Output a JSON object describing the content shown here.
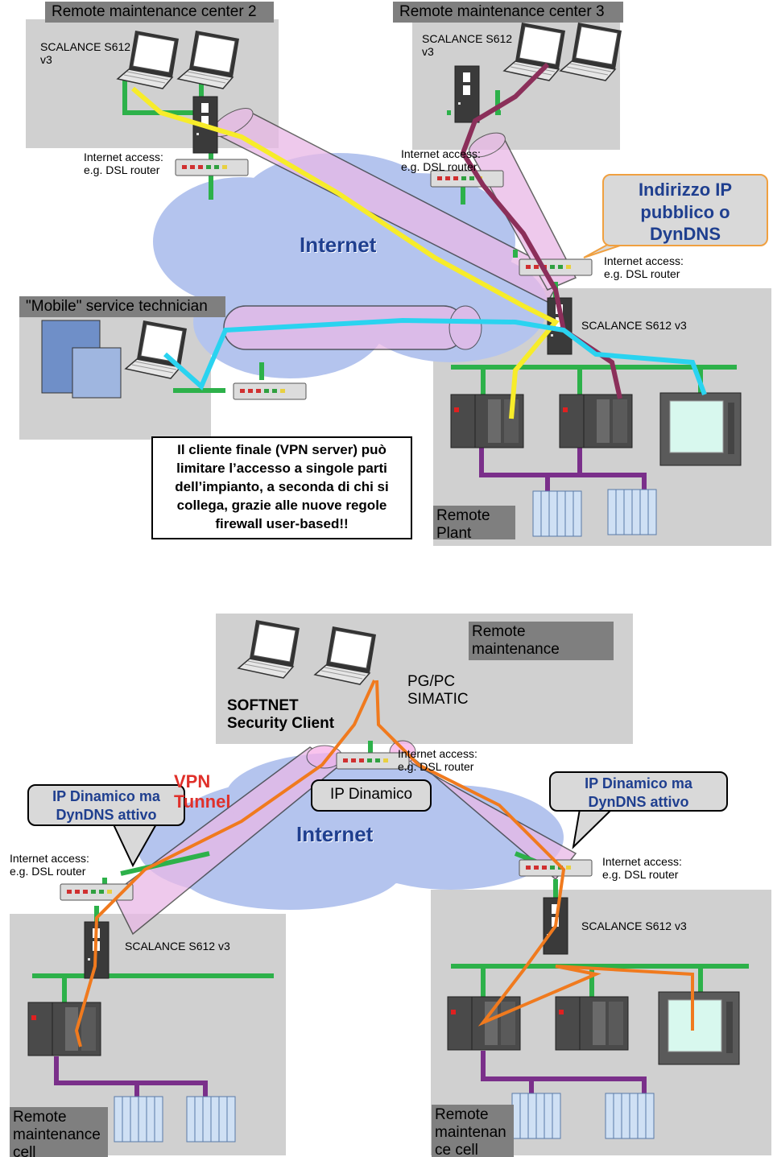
{
  "top": {
    "center2_title": "Remote maintenance center  2",
    "center3_title": "Remote maintenance center  3",
    "center2_device": "SCALANCE S612\nv3",
    "center3_device": "SCALANCE S612\nv3",
    "center2_access": "Internet access:\ne.g. DSL router",
    "center3_access": "Internet access:\ne.g. DSL router",
    "internet_label": "Internet",
    "callout_public_ip": "Indirizzo IP\npubblico o\nDynDNS",
    "plant_access": "Internet access:\ne.g. DSL router",
    "mobile_title": "\"Mobile\" service technician",
    "plant_device": "SCALANCE S612 v3",
    "note_text": "Il cliente finale (VPN server) può\nlimitare l’accesso a singole parti\ndell’impianto, a seconda di chi si\ncollega, grazie alle nuove regole\nfirewall user-based!!",
    "remote_plant": "Remote\nPlant"
  },
  "bottom": {
    "remote_maintenance": "Remote\nmaintenance",
    "pgpc": "PG/PC\nSIMATIC",
    "softnet": "SOFTNET\nSecurity Client",
    "center_access": "Internet access:\ne.g. DSL router",
    "callout_left": "IP Dinamico ma\nDynDNS attivo",
    "vpn_tunnel": "VPN\nTunnel",
    "ip_dinamico": "IP Dinamico",
    "internet_label": "Internet",
    "callout_right": "IP Dinamico ma\nDynDNS attivo",
    "left_access": "Internet access:\ne.g. DSL router",
    "right_access": "Internet access:\ne.g. DSL router",
    "left_device": "SCALANCE S612 v3",
    "right_device": "SCALANCE S612 v3",
    "left_cell": "Remote\nmaintenance\ncell",
    "right_cell": "Remote\nmaintenan\nce cell"
  },
  "colors": {
    "panel_grey": "#d0d0d0",
    "title_grey": "#7f7f7f",
    "ethernet_green": "#2db14a",
    "profibus_purple": "#7a2f8a",
    "cable_yellow": "#f7ec2a",
    "cable_maroon": "#8b2f5a",
    "cable_cyan": "#2ad3f0",
    "cable_orange": "#f07a1e",
    "tunnel_pink": "#e9b8e6",
    "cloud_blue": "#b4c4ee",
    "internet_text": "#1f3f8f",
    "vpn_red": "#e0302a"
  },
  "icons": [
    "laptop-icon",
    "router-icon",
    "scalance-icon",
    "plc-icon",
    "hmi-panel-icon",
    "io-module-icon",
    "cloud-icon",
    "software-box-icon"
  ]
}
